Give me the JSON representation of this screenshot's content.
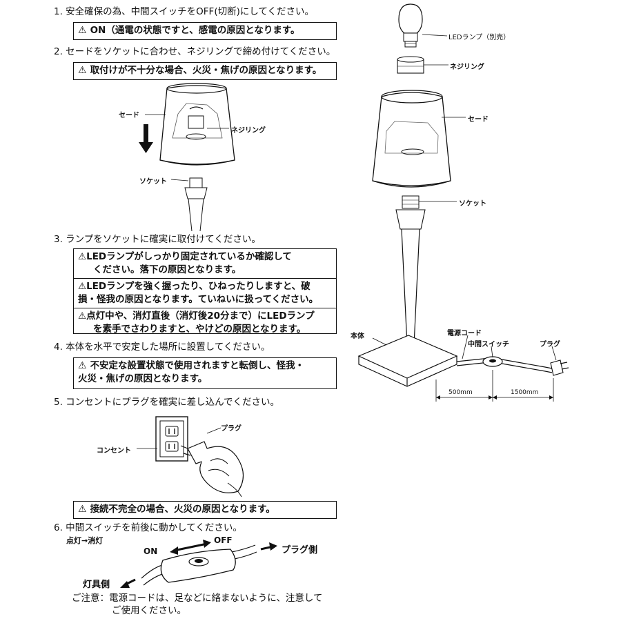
{
  "steps": {
    "s1": "1.  安全確保の為、中間スイッチをOFF(切断)にしてください。",
    "s2": "2.  セードをソケットに合わせ、ネジリングで締め付けてください。",
    "s3": "3.  ランプをソケットに確実に取付けてください。",
    "s4": "4.  本体を水平で安定した場所に設置してください。",
    "s5": "5.  コンセントにプラグを確実に差し込んでください。",
    "s6": "6.  中間スイッチを前後に動かしてください。"
  },
  "warnings": {
    "w1": "ON（通電の状態ですと、感電の原因となります。",
    "w2": "取付けが不十分な場合、火災・焦げの原因となります。",
    "w3a_1": "LEDランプがしっかり固定されているか確認して",
    "w3a_2": "ください。落下の原因となります。",
    "w3b_1": "LEDランプを強く握ったり、ひねったりしますと、破",
    "w3b_2": "損・怪我の原因となります。ていねいに扱ってください。",
    "w3c_1": "点灯中や、消灯直後（消灯後20分まで）にLEDランプ",
    "w3c_2": "を素手でさわりますと、やけどの原因となります。",
    "w4_1": "不安定な設置状態で使用されますと転倒し、怪我・",
    "w4_2": "火災・焦げの原因となります。",
    "w5": "接続不完全の場合、火災の原因となります。"
  },
  "diagram_labels": {
    "shade_left": "セード",
    "nejiring_left": "ネジリング",
    "socket_left": "ソケット",
    "outlet": "コンセント",
    "plug_left": "プラグ",
    "on_off": "点灯→消灯",
    "on": "ON",
    "off": "OFF",
    "plug_side": "プラグ側",
    "fixture_side": "灯具側",
    "led_lamp": "LEDランプ（別売）",
    "nejiring_right": "ネジリング",
    "shade_right": "セード",
    "socket_right": "ソケット",
    "body": "本体",
    "power_cord": "電源コード",
    "inline_switch": "中間スイッチ",
    "plug_right": "プラグ",
    "dim_500": "500mm",
    "dim_1500": "1500mm"
  },
  "notes": {
    "note_1": "ご注意：電源コードは、足などに絡まないように、注意して",
    "note_2": "ご使用ください。"
  },
  "icons": {
    "warning": "warning-triangle-icon"
  }
}
